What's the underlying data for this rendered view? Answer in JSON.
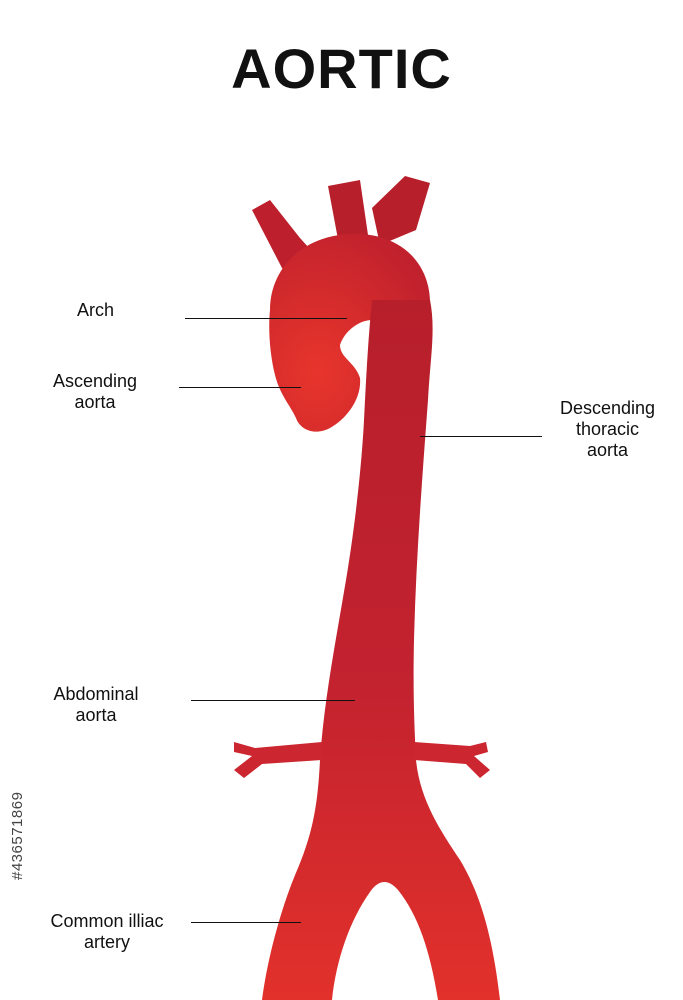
{
  "title": "AORTIC",
  "colors": {
    "vessel_dark": "#b71f2b",
    "vessel_mid": "#c92531",
    "vessel_light": "#e2312b",
    "text": "#111111",
    "background": "#ffffff"
  },
  "labels": {
    "arch": "Arch",
    "ascending_line1": "Ascending",
    "ascending_line2": "aorta",
    "descending_line1": "Descending",
    "descending_line2": "thoracic",
    "descending_line3": "aorta",
    "abdominal_line1": "Abdominal",
    "abdominal_line2": "aorta",
    "iliac_line1": "Common illiac",
    "iliac_line2": "artery"
  },
  "stock_id": "#436571869"
}
